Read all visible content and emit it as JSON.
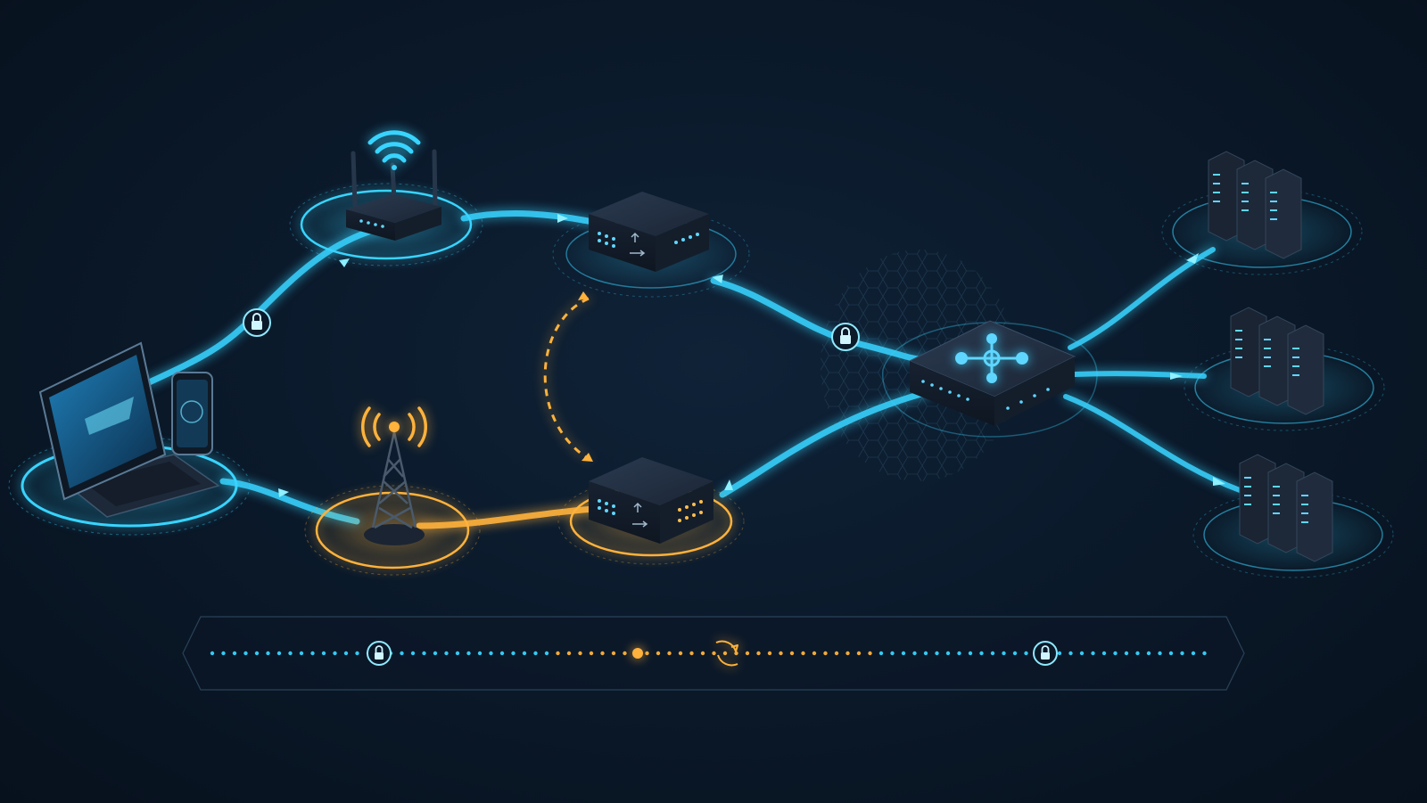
{
  "colors": {
    "background": "#0a1828",
    "wifi_path": "#38d4ff",
    "cellular_path": "#ffb23c",
    "device_body": "#1a2433",
    "device_top": "#243246",
    "led": "#5fd6ff",
    "led_amber": "#ffbe4d"
  },
  "nodes": [
    {
      "id": "client-devices",
      "kind": "laptop-and-phone",
      "icon": "laptop-icon"
    },
    {
      "id": "wifi-router",
      "kind": "wireless-router",
      "icon": "wifi-icon"
    },
    {
      "id": "cell-tower",
      "kind": "cellular-tower",
      "icon": "cell-tower-icon"
    },
    {
      "id": "gateway-top",
      "kind": "gateway-box",
      "icon": "gateway-icon"
    },
    {
      "id": "gateway-bottom",
      "kind": "gateway-box",
      "icon": "gateway-icon"
    },
    {
      "id": "core-switch",
      "kind": "network-hub",
      "icon": "hub-icon"
    },
    {
      "id": "server-rack-1",
      "kind": "server-cluster",
      "icon": "server-icon"
    },
    {
      "id": "server-rack-2",
      "kind": "server-cluster",
      "icon": "server-icon"
    },
    {
      "id": "server-rack-3",
      "kind": "server-cluster",
      "icon": "server-icon"
    }
  ],
  "connections": [
    {
      "from": "client-devices",
      "to": "wifi-router",
      "medium": "wifi",
      "encrypted": true
    },
    {
      "from": "wifi-router",
      "to": "gateway-top",
      "medium": "wifi",
      "encrypted": false
    },
    {
      "from": "gateway-top",
      "to": "core-switch",
      "medium": "wired",
      "encrypted": true
    },
    {
      "from": "client-devices",
      "to": "cell-tower",
      "medium": "cellular",
      "encrypted": false
    },
    {
      "from": "cell-tower",
      "to": "gateway-bottom",
      "medium": "cellular",
      "encrypted": false
    },
    {
      "from": "gateway-bottom",
      "to": "core-switch",
      "medium": "wired",
      "encrypted": false
    },
    {
      "from": "core-switch",
      "to": "server-rack-1",
      "medium": "wired",
      "encrypted": false
    },
    {
      "from": "core-switch",
      "to": "server-rack-2",
      "medium": "wired",
      "encrypted": false
    },
    {
      "from": "core-switch",
      "to": "server-rack-3",
      "medium": "wired",
      "encrypted": false
    }
  ],
  "handover": {
    "between": [
      "gateway-top",
      "gateway-bottom"
    ],
    "icon": "handover-arrow-icon"
  },
  "timeline": {
    "segments": [
      "wifi",
      "cellular",
      "wifi"
    ],
    "markers": [
      "lock-icon",
      "handover-icon",
      "lock-icon"
    ]
  }
}
